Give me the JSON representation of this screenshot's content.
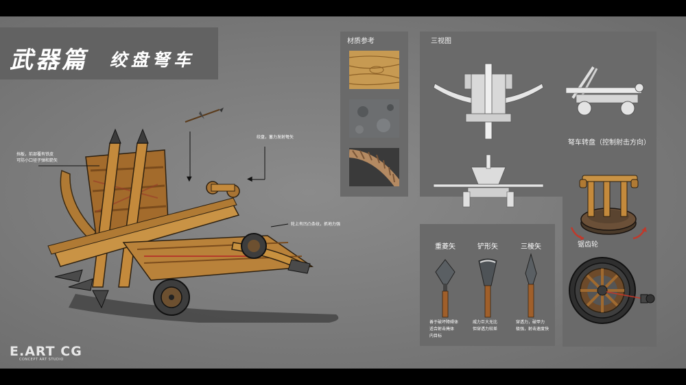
{
  "title": {
    "main": "武器篇",
    "sub": "绞盘弩车"
  },
  "annotations": {
    "shield_line1": "挡板，前部覆有铁皮",
    "shield_line2": "可防小口径子弹和箭矢",
    "winch": "绞盘，蓄力发射弩矢",
    "wheel": "轮上有凹凸条纹，抓地力强"
  },
  "material": {
    "title": "材质参考"
  },
  "views": {
    "title": "三视图"
  },
  "turntable": {
    "title": "弩车转盘（控制射击方向）"
  },
  "arrows": {
    "items": [
      {
        "name": "重菱矢",
        "desc1": "善于破坏障碍体",
        "desc2": "适合射击掩体",
        "desc3": "内目标"
      },
      {
        "name": "铲形矢",
        "desc1": "威力巨大无比",
        "desc2": "但穿透力较差",
        "desc3": ""
      },
      {
        "name": "三棱矢",
        "desc1": "穿透力，破甲力",
        "desc2": "极强，射击速度快",
        "desc3": ""
      }
    ]
  },
  "gear": {
    "title": "锯齿轮"
  },
  "logo": {
    "main": "E.ART CG",
    "sub": "CONCEPT ART STUDIO"
  },
  "colors": {
    "panel": "#6a6a6a",
    "wood": "#c08a3c",
    "metal": "#4a4a4a",
    "rotate_arrow": "#c0392b"
  }
}
